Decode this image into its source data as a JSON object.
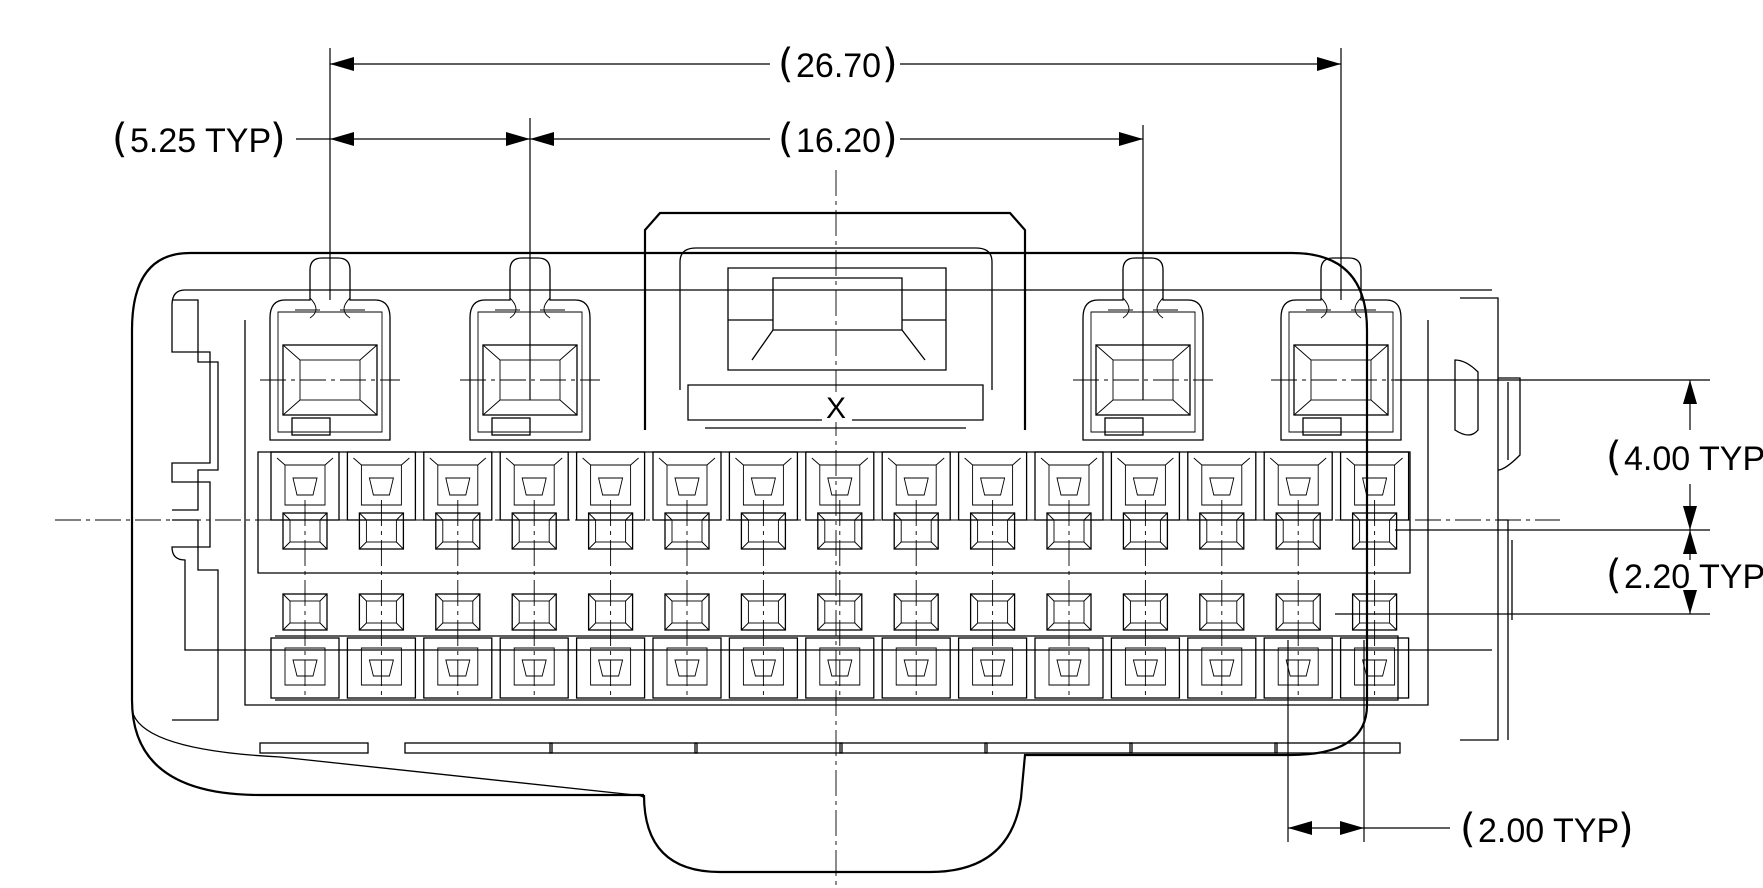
{
  "dimensions": {
    "overall_width": {
      "value": "26.70",
      "paren_open": "(",
      "paren_close": ")"
    },
    "latch_pitch": {
      "value": "5.25 TYP",
      "paren_open": "(",
      "paren_close": ")"
    },
    "inner_latch_span": {
      "value": "16.20",
      "paren_open": "(",
      "paren_close": ")"
    },
    "row_offset": {
      "value": "4.00 TYP",
      "paren_open": "("
    },
    "row_pitch": {
      "value": "2.20 TYP",
      "paren_open": "("
    },
    "terminal_pitch": {
      "value": "2.00 TYP",
      "paren_open": "(",
      "paren_close": ")"
    }
  },
  "center_mark": "X",
  "connector": {
    "terminal_rows": 2,
    "terminals_per_row": 15,
    "latches": 4
  }
}
